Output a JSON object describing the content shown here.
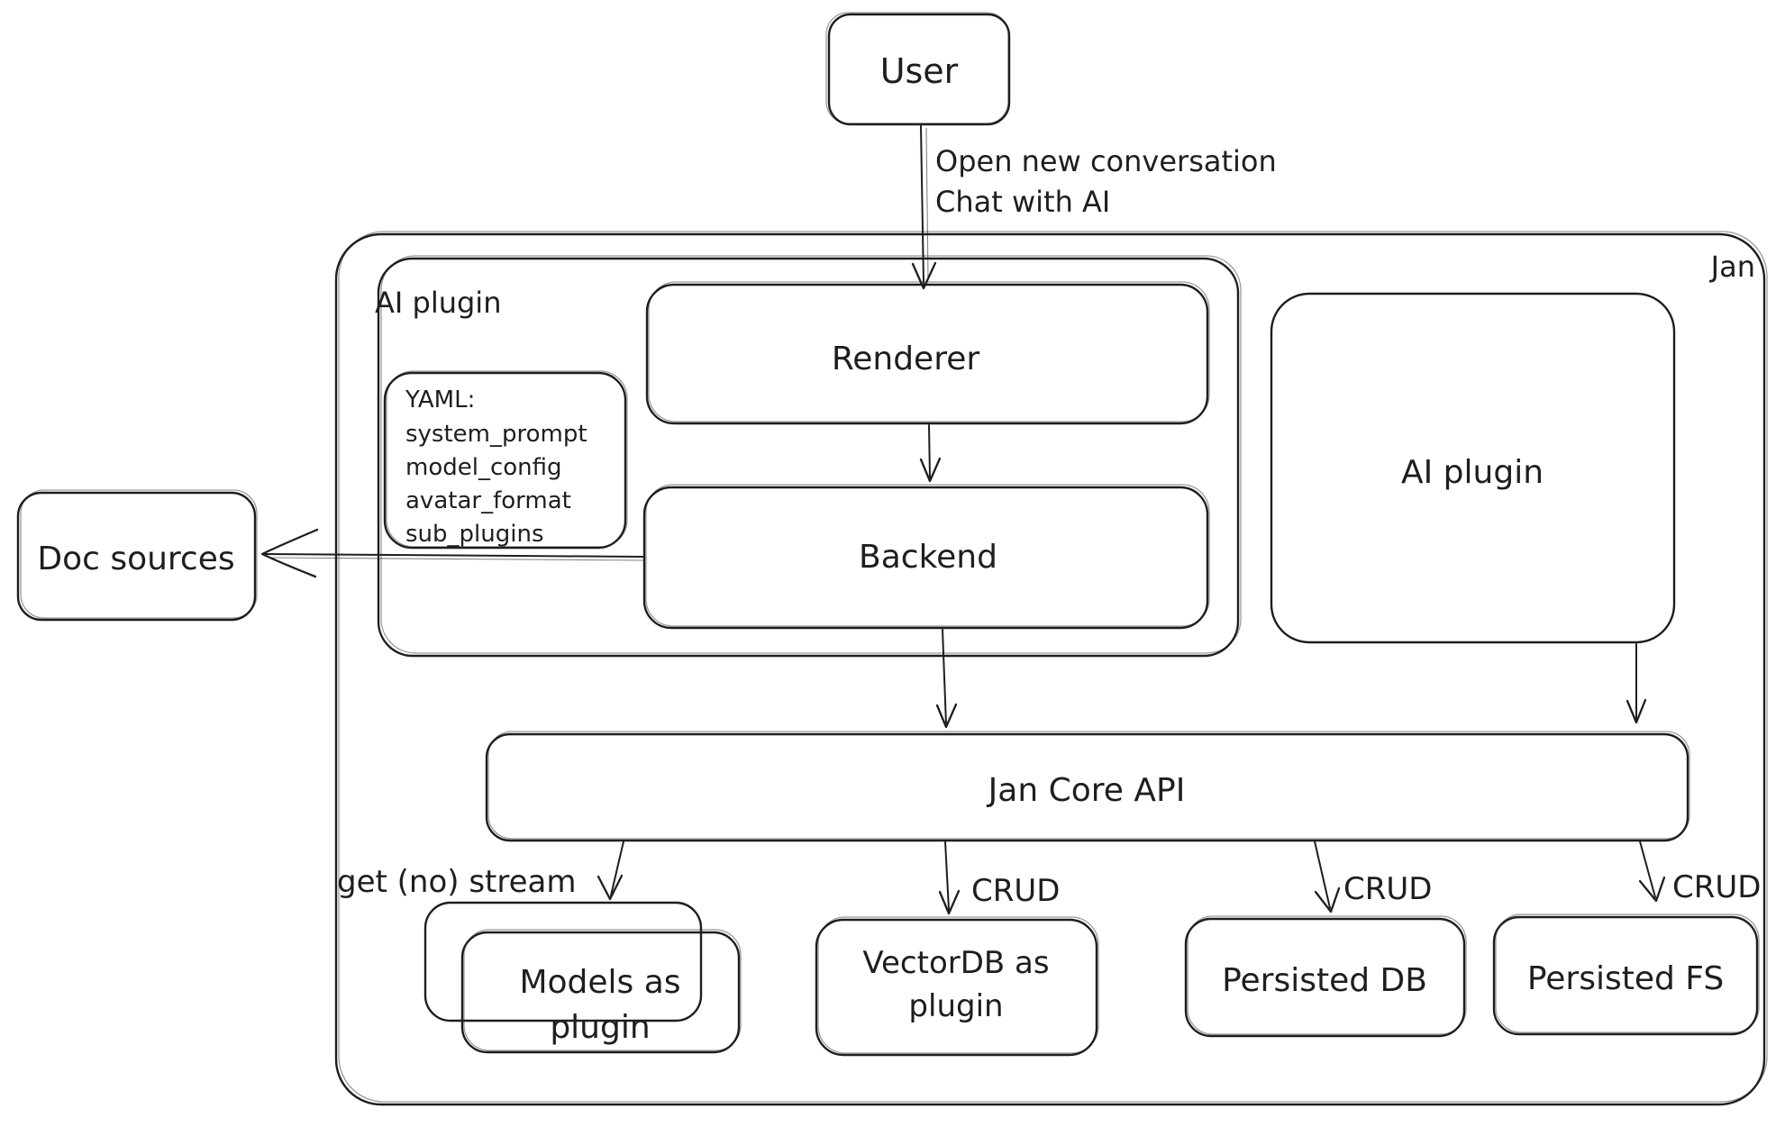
{
  "diagram": {
    "colors": {
      "stroke": "#1e1e1e",
      "background": "#ffffff"
    },
    "nodes": {
      "user": {
        "label": "User"
      },
      "jan_container": {
        "label": "Jan"
      },
      "ai_plugin_group": {
        "label": "AI plugin"
      },
      "renderer": {
        "label": "Renderer"
      },
      "backend": {
        "label": "Backend"
      },
      "yaml_note": {
        "lines": [
          "YAML:",
          "system_prompt",
          "model_config",
          "avatar_format",
          "sub_plugins"
        ]
      },
      "doc_sources": {
        "label": "Doc sources"
      },
      "ai_plugin_standalone": {
        "label": "AI plugin"
      },
      "jan_core_api": {
        "label": "Jan Core API"
      },
      "models_as_plugin": {
        "lines": [
          "Models as",
          "plugin"
        ]
      },
      "vectordb_as_plugin": {
        "lines": [
          "VectorDB as",
          "plugin"
        ]
      },
      "persisted_db": {
        "label": "Persisted DB"
      },
      "persisted_fs": {
        "label": "Persisted FS"
      }
    },
    "edge_labels": {
      "user_to_renderer": {
        "lines": [
          "Open new conversation",
          "Chat with AI"
        ]
      },
      "core_to_models": {
        "label": "get (no) stream"
      },
      "core_to_vectordb": {
        "label": "CRUD"
      },
      "core_to_persisted_db": {
        "label": "CRUD"
      },
      "core_to_persisted_fs": {
        "label": "CRUD"
      }
    }
  }
}
